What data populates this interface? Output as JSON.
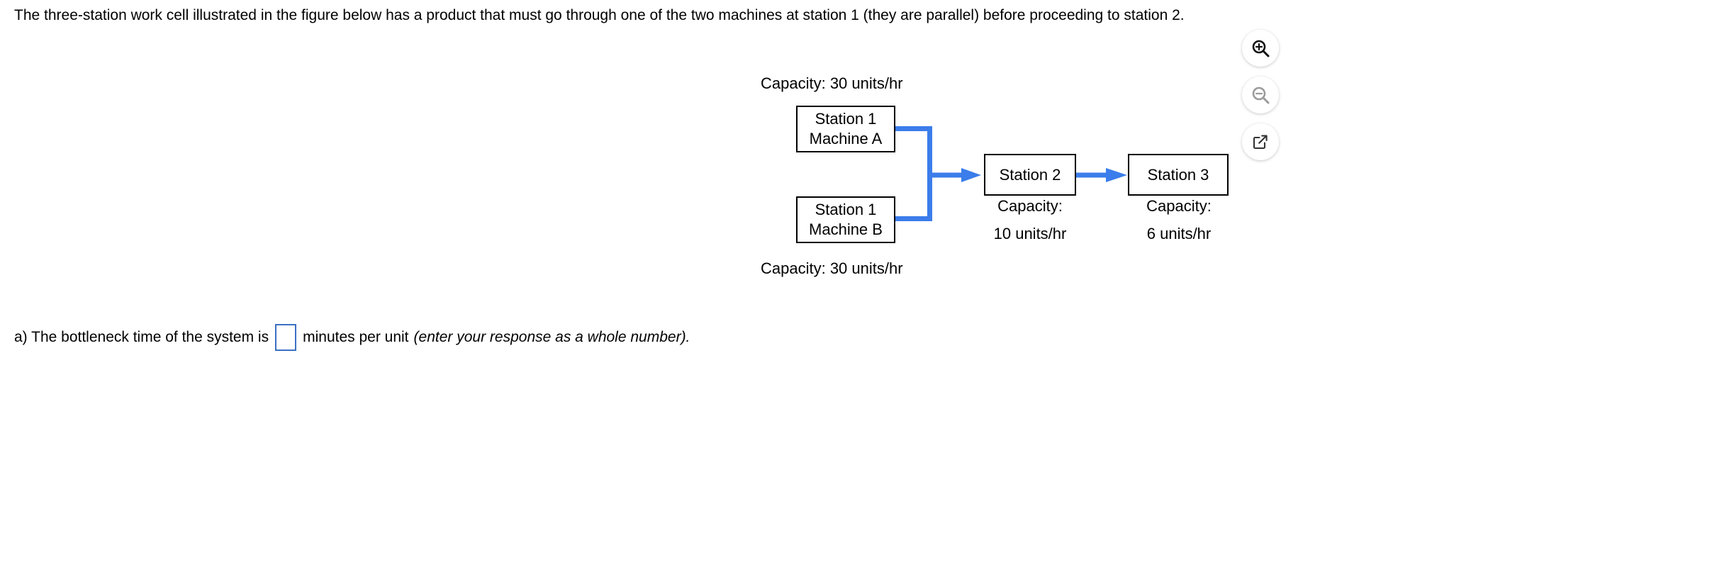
{
  "question": {
    "stem": "The three-station work cell illustrated in the figure below has a product that must go through one of the two machines at station 1 (they are parallel) before proceeding to station 2.",
    "part_label": "a) The bottleneck time of the system is",
    "unit_text": "minutes per unit",
    "hint_text": "(enter your response as a whole number).",
    "answer_value": ""
  },
  "toolbar": {
    "zoom_in": {
      "name": "zoom-in-icon",
      "title": "Zoom in",
      "enabled": true
    },
    "zoom_out": {
      "name": "zoom-out-icon",
      "title": "Zoom out",
      "enabled": false
    },
    "open_external": {
      "name": "open-in-new-window-icon",
      "title": "Open in new window",
      "enabled": true
    }
  },
  "figure": {
    "accent_color": "#3b7dea",
    "line_color": "#000000",
    "nodes": [
      {
        "id": "station1_machine_a",
        "line1": "Station 1",
        "line2": "Machine A"
      },
      {
        "id": "station1_machine_b",
        "line1": "Station 1",
        "line2": "Machine B"
      },
      {
        "id": "station2",
        "line1": "Station 2",
        "line2": ""
      },
      {
        "id": "station3",
        "line1": "Station 3",
        "line2": ""
      }
    ],
    "capacities": [
      {
        "id": "cap_machine_a",
        "text": "Capacity: 30 units/hr"
      },
      {
        "id": "cap_machine_b",
        "text": "Capacity: 30 units/hr"
      },
      {
        "id": "cap_station2_line1",
        "text": "Capacity:"
      },
      {
        "id": "cap_station2_line2",
        "text": "10 units/hr"
      },
      {
        "id": "cap_station3_line1",
        "text": "Capacity:"
      },
      {
        "id": "cap_station3_line2",
        "text": "6 units/hr"
      }
    ]
  }
}
